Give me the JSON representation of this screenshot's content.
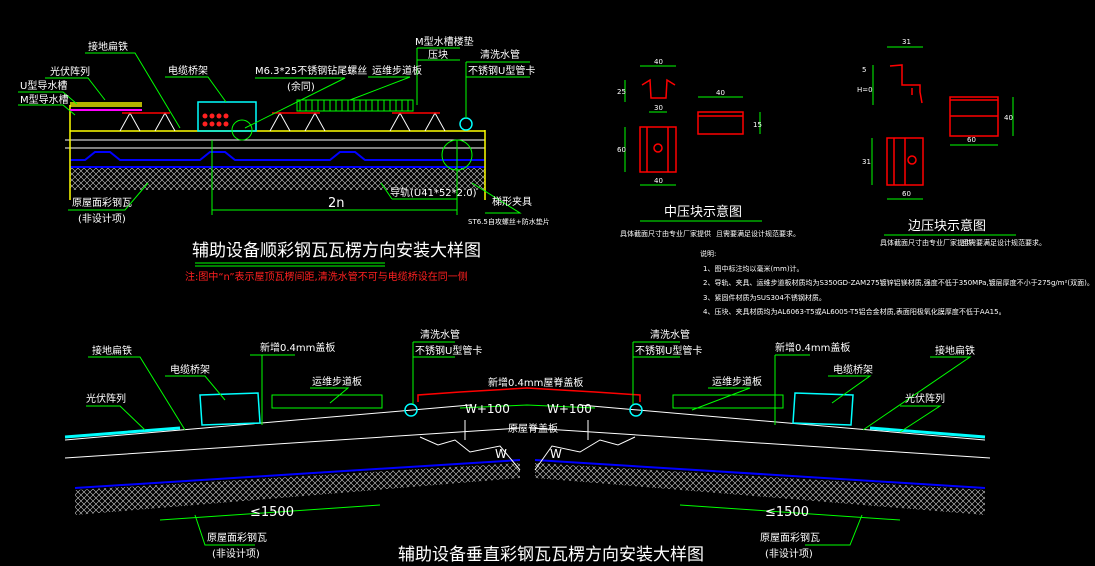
{
  "top_detail": {
    "labels": {
      "grounding_flat_steel": "接地扁铁",
      "pv_array": "光伏阵列",
      "u_gutter": "U型导水槽",
      "m_gutter": "M型导水槽",
      "cable_tray": "电缆桥架",
      "screw": "M6.3*25不锈钢钻尾螺丝",
      "screw_note": "(余同)",
      "walkway": "运维步道板",
      "m_gutter_pad": "M型水槽楼垫",
      "press_block": "压块",
      "wash_pipe": "清洗水管",
      "u_clamp": "不锈钢U型管卡",
      "roof_sheet": "原屋面彩钢瓦",
      "not_design": "(非设计项)",
      "rail": "导轨(U41*52*2.0)",
      "clamp": "梯形夹具",
      "self_tap": "ST6.5自攻螺丝+防水垫片",
      "span": "2n"
    },
    "title": "辅助设备顺彩钢瓦瓦楞方向安装大样图",
    "note": "注:图中“n”表示屋顶瓦楞间距,清洗水管不可与电缆桥设在同一侧"
  },
  "mid_block": {
    "title": "中压块示意图",
    "note_a": "具体截面尺寸由专业厂家提供",
    "note_b": "且需要满足设计规范要求。",
    "dims": [
      "40",
      "25",
      "30",
      "60",
      "40",
      "40",
      "15"
    ]
  },
  "edge_block": {
    "title": "边压块示意图",
    "note_a": "具体截面尺寸由专业厂家提供",
    "note_b": "且需要满足设计规范要求。",
    "dims": [
      "31",
      "5",
      "H=0",
      "31",
      "60",
      "60",
      "40"
    ]
  },
  "notes": {
    "heading": "说明:",
    "items": [
      "1、图中标注均以毫米(mm)计。",
      "2、导轨、夹具、运维步道板材质均为S350GD-ZAM275镀锌铝镁材质,强度不低于350MPa,镀层厚度不小于275g/m²(双面)。",
      "3、紧固件材质为SUS304不锈钢材质。",
      "4、压块、夹具材质均为AL6063-T5或AL6005-T5铝合金材质,表面阳极氧化膜厚度不低于AA15。"
    ]
  },
  "bottom_detail": {
    "left": {
      "grounding_flat_steel": "接地扁铁",
      "cable_tray": "电缆桥架",
      "new_cover": "新增0.4mm盖板",
      "wash_pipe": "清洗水管",
      "u_clamp": "不锈钢U型管卡",
      "walkway": "运维步道板",
      "pv_array": "光伏阵列",
      "spacing": "≤1500",
      "roof_sheet": "原屋面彩钢瓦",
      "not_design": "(非设计项)"
    },
    "right": {
      "grounding_flat_steel": "接地扁铁",
      "cable_tray": "电缆桥架",
      "new_cover": "新增0.4mm盖板",
      "wash_pipe": "清洗水管",
      "u_clamp": "不锈钢U型管卡",
      "walkway": "运维步道板",
      "pv_array": "光伏阵列",
      "spacing": "≤1500",
      "roof_sheet": "原屋面彩钢瓦",
      "not_design": "(非设计项)"
    },
    "ridge": {
      "new_ridge_cover": "新增0.4mm屋脊盖板",
      "w_plus_left": "W+100",
      "w_plus_right": "W+100",
      "orig_ridge": "原屋脊盖板",
      "w_left": "W",
      "w_right": "W"
    },
    "title": "辅助设备垂直彩钢瓦瓦楞方向安装大样图"
  },
  "colors": {
    "background": "#000000",
    "leader": "#00ff00",
    "cable_tray": "#00ffff",
    "sheet": "#ffff00",
    "note": "#ff2020"
  }
}
